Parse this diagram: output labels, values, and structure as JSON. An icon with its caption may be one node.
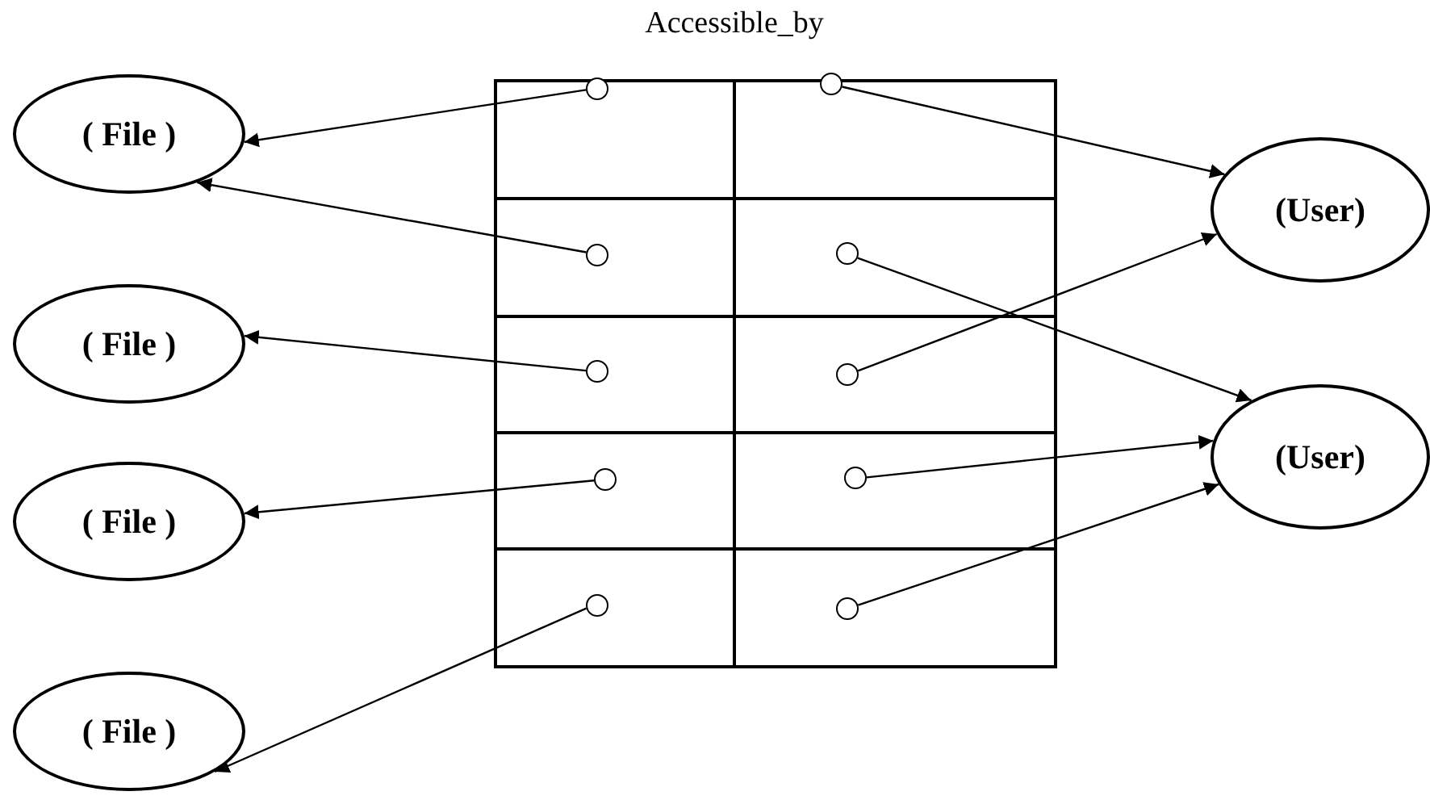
{
  "diagram": {
    "title": "Accessible_by",
    "nodes": [
      {
        "text": [
          "( File )"
        ]
      },
      {
        "text": [
          "( File )"
        ]
      },
      {
        "text": [
          "( File )"
        ]
      },
      {
        "text": [
          "( File )"
        ]
      },
      {
        "text": [],
        "shape": "circle"
      },
      {
        "text": [],
        "shape": "circle"
      },
      {
        "text": [],
        "shape": "circle"
      },
      {
        "text": [],
        "shape": "circle"
      },
      {
        "text": [],
        "shape": "circle"
      },
      {
        "text": [],
        "shape": "circle"
      },
      {
        "text": [],
        "shape": "circle"
      },
      {
        "text": [],
        "shape": "circle"
      },
      {
        "text": [],
        "shape": "circle"
      },
      {
        "text": [],
        "shape": "circle"
      },
      {
        "text": [
          "(User)"
        ]
      },
      {
        "text": [
          "(User)"
        ]
      }
    ],
    "edges": [
      {
        "from": 4,
        "to": 0,
        "arrow": "to"
      },
      {
        "from": 5,
        "to": 14,
        "arrow": "to"
      },
      {
        "from": 6,
        "to": 0,
        "arrow": "to"
      },
      {
        "from": 7,
        "to": 15,
        "arrow": "to"
      },
      {
        "from": 8,
        "to": 1,
        "arrow": "to"
      },
      {
        "from": 9,
        "to": 14,
        "arrow": "to"
      },
      {
        "from": 10,
        "to": 2,
        "arrow": "to"
      },
      {
        "from": 11,
        "to": 15,
        "arrow": "to"
      },
      {
        "from": 12,
        "to": 3,
        "arrow": "to"
      },
      {
        "from": 13,
        "to": 15,
        "arrow": "to"
      }
    ]
  }
}
